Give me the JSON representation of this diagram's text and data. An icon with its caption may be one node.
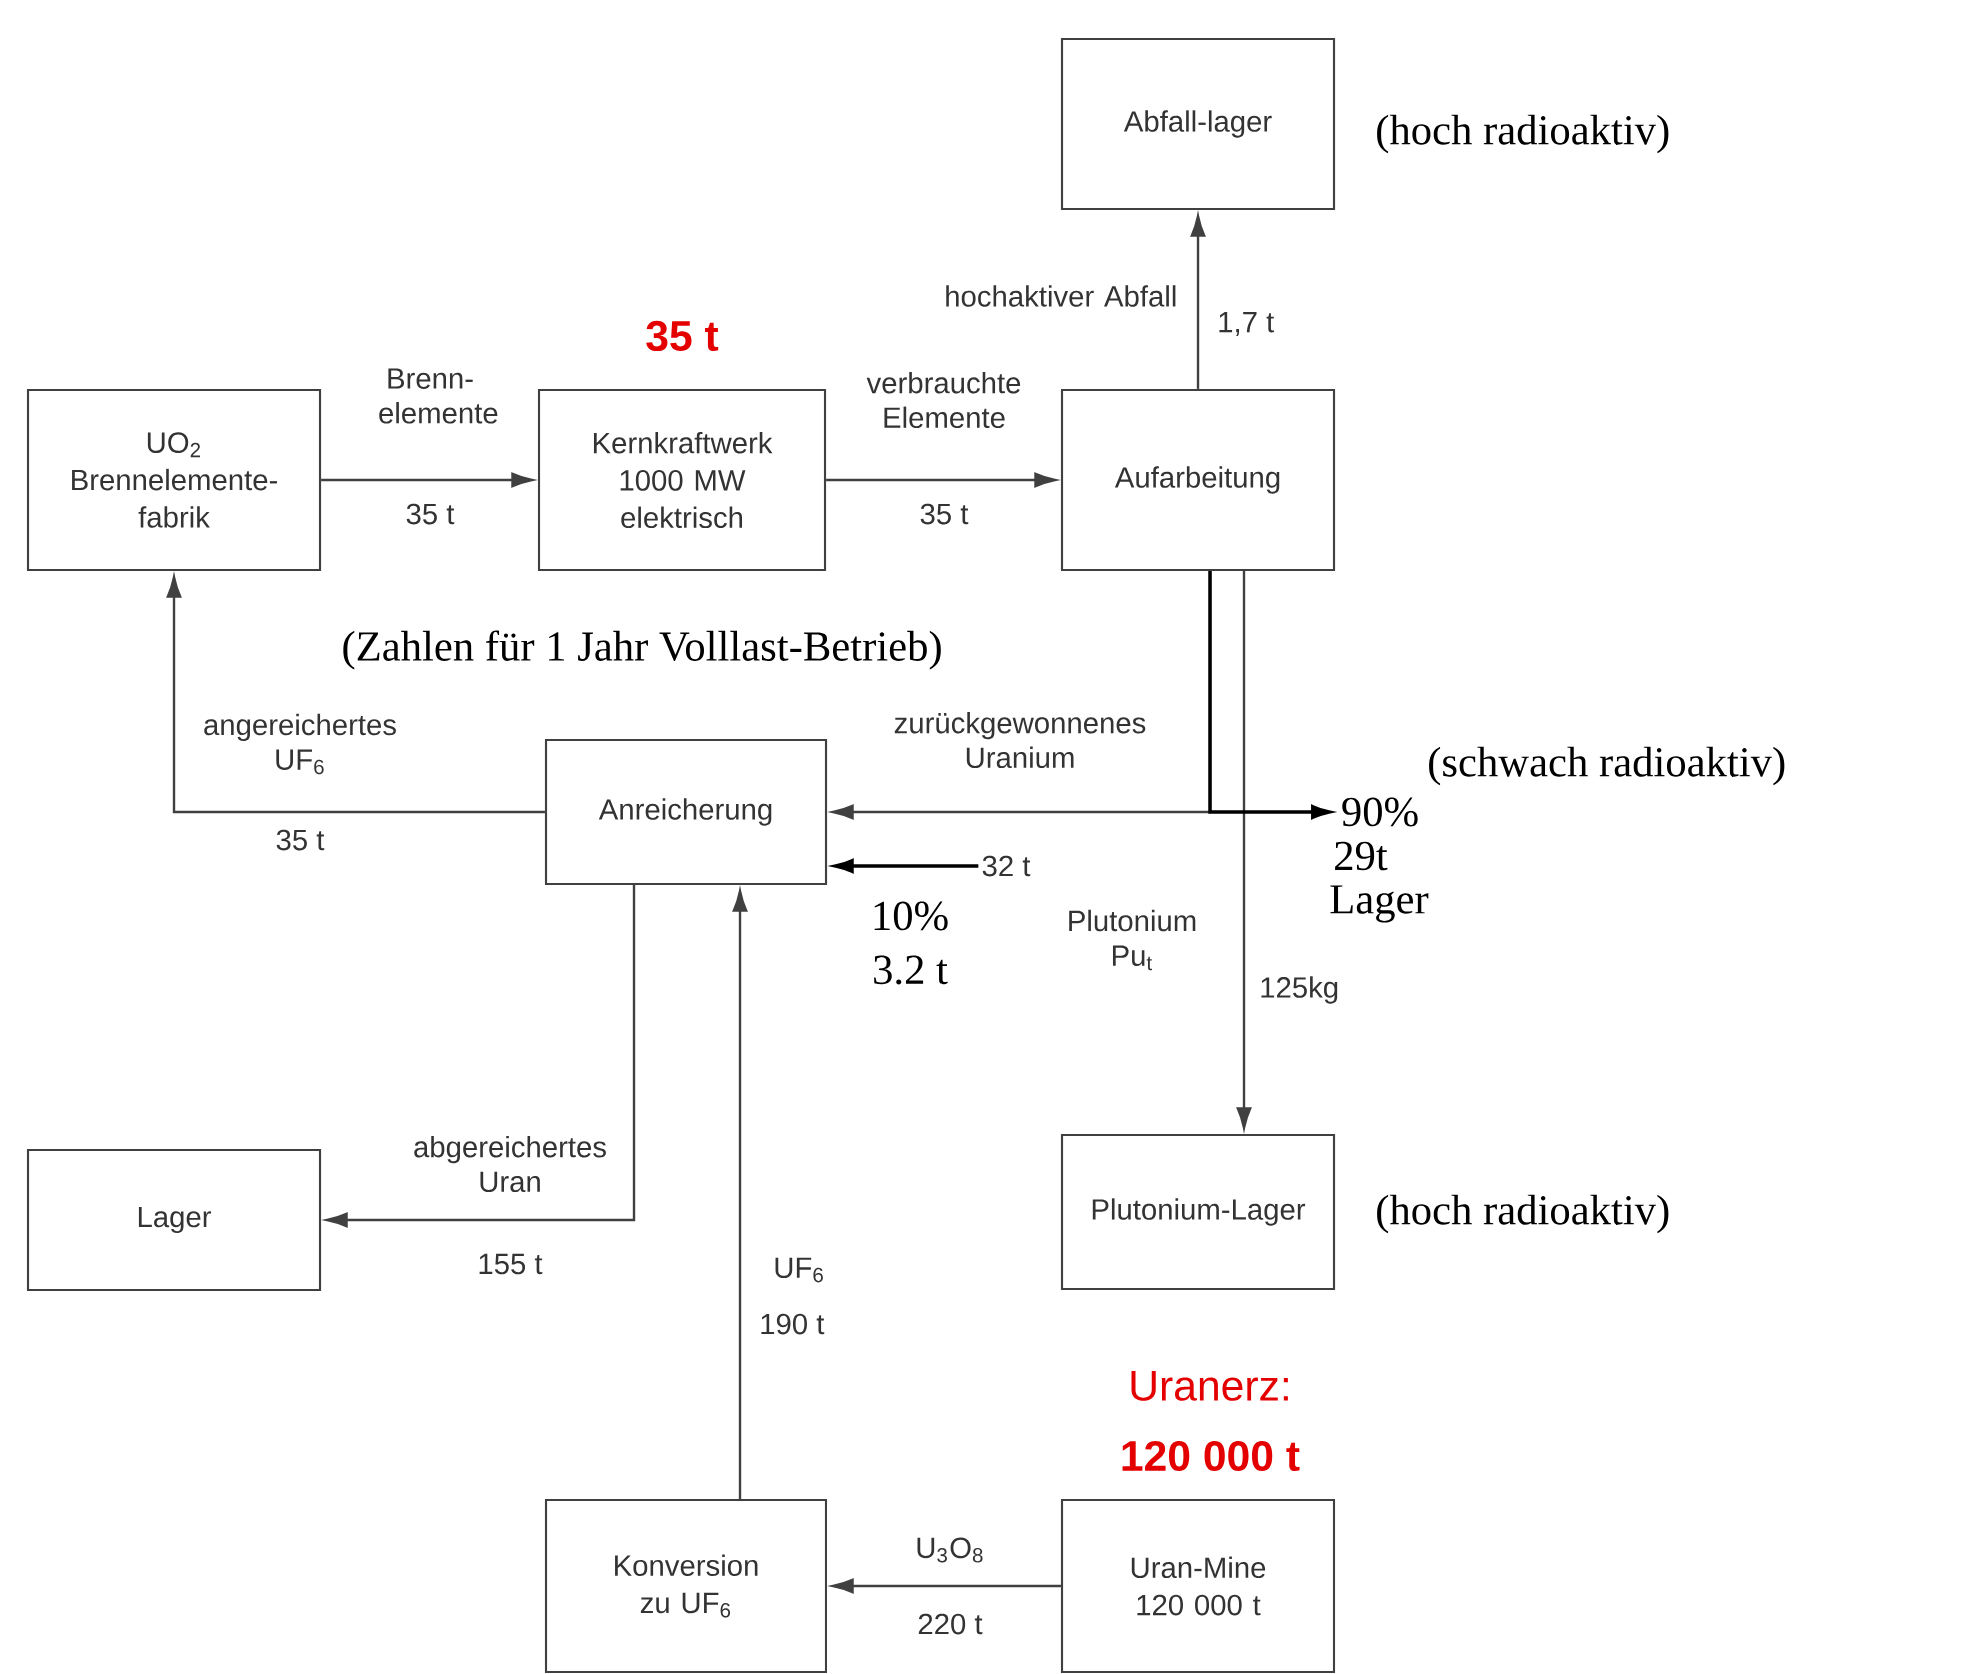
{
  "diagram": {
    "nodes": [
      {
        "text": [
          "UO$_{2}$ Brennelemente-fabrik"
        ]
      },
      {
        "text": [
          "Kernkraftwerk 1000 MW elektrisch"
        ],
        "beside": [
          "35 t"
        ]
      },
      {
        "text": [
          "Aufarbeitung"
        ]
      },
      {
        "text": [
          "Abfall-lager"
        ],
        "beside": [
          "(hoch radioaktiv)"
        ]
      },
      {
        "text": [
          "Anreicherung"
        ]
      },
      {
        "text": [
          "Lager"
        ]
      },
      {
        "text": [
          "Plutonium-Lager"
        ],
        "beside": [
          "(hoch radioaktiv)"
        ]
      },
      {
        "text": [
          "Konversion zu UF$_{6}$"
        ]
      },
      {
        "text": [
          "Uran-Mine 120 000 t"
        ],
        "beside": [
          "Uranerz:",
          "120 000 t"
        ]
      },
      {
        "text": [
          "90%"
        ],
        "beside": [
          "(schwach radioaktiv)",
          "29t",
          "Lager"
        ]
      },
      {
        "text": [
          "32 t"
        ]
      }
    ],
    "edges": [
      {
        "from": 0,
        "to": 1,
        "arrow": "to",
        "label": "Brenn-elemente"
      },
      {
        "from": 1,
        "to": 2,
        "arrow": "to",
        "label": "verbrauchte Elemente"
      },
      {
        "from": 2,
        "to": 3,
        "arrow": "to",
        "label": "hochaktiver Abfall"
      },
      {
        "from": 2,
        "to": 4,
        "arrow": "to",
        "label": "zurückgewonnenes Uranium"
      },
      {
        "from": 2,
        "to": 6,
        "arrow": "to",
        "label": "Plutonium Pu$_{t}$"
      },
      {
        "from": 2,
        "to": 9,
        "arrow": "to"
      },
      {
        "from": 10,
        "to": 4,
        "arrow": "to"
      },
      {
        "from": 4,
        "to": 0,
        "arrow": "to",
        "label": "angereichertes UF$_{6}$"
      },
      {
        "from": 4,
        "to": 5,
        "arrow": "to",
        "label": "abgereichertes Uran"
      },
      {
        "from": 7,
        "to": 4,
        "arrow": "to",
        "label": "UF$_{6}$"
      },
      {
        "from": 8,
        "to": 7,
        "arrow": "to",
        "label": "U$_{3}$O$_{8}$"
      }
    ],
    "labels": [
      "1,7 t",
      "35 t",
      "35 t",
      "(Zahlen für 1 Jahr Volllast-Betrieb)",
      "35 t",
      "10%",
      "3.2 t",
      "125kg",
      "155 t",
      "190 t",
      "220 t"
    ]
  }
}
